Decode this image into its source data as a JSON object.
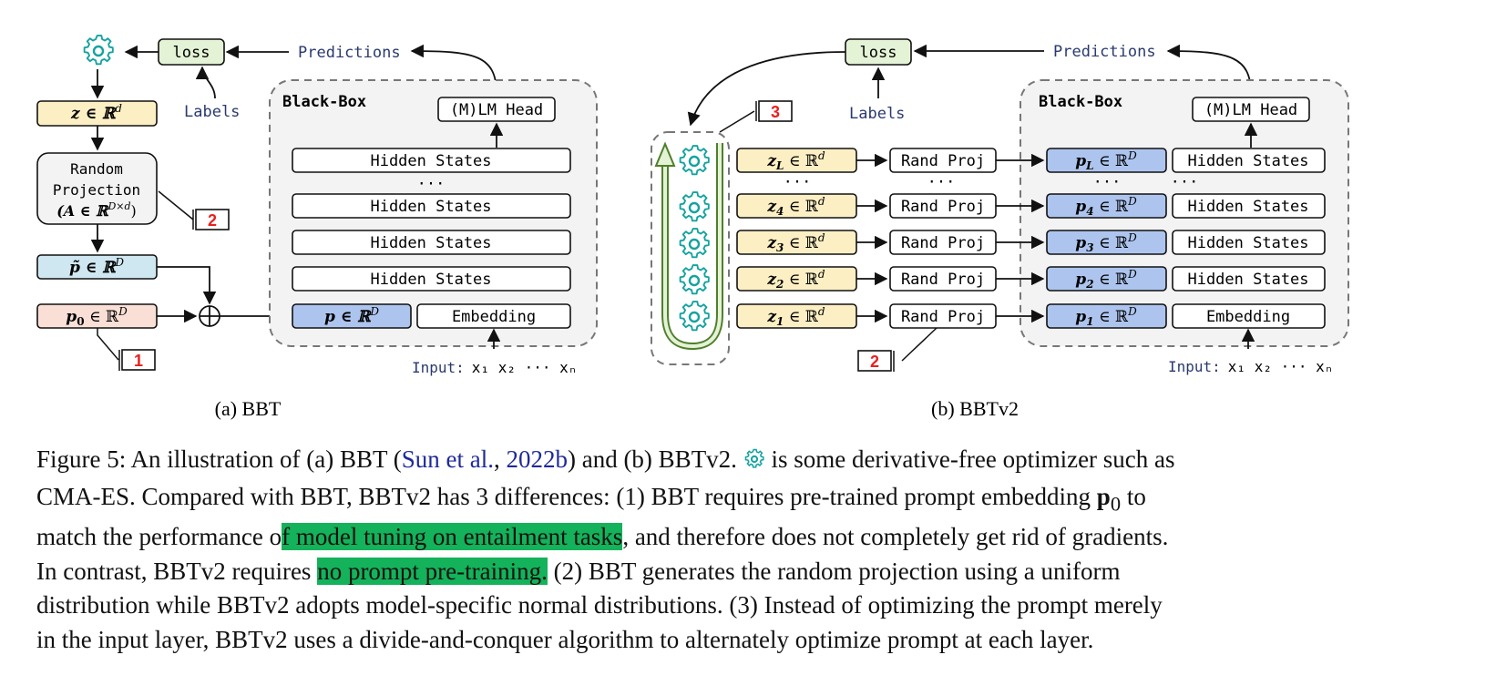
{
  "colors": {
    "loss_fill": "#e4f2d6",
    "z_fill": "#fdefc4",
    "ptilde_fill": "#cfe7f0",
    "p0_fill": "#f9dfd6",
    "p_fill": "#adc5ee",
    "gray_fill": "#f3f3f3",
    "green": "#4f7f2c",
    "teal": "#14a3a0",
    "badge_red": "#e8201f",
    "highlight": "#14b25a"
  },
  "panel_a": {
    "loss": "loss",
    "predictions": "Predictions",
    "labels": "Labels",
    "z": "z ∈ ℝ",
    "z_sup": "d",
    "random_projection_1": "Random",
    "random_projection_2": "Projection",
    "random_projection_3": "(A ∈ ℝ",
    "random_projection_3_sup": "D×d",
    "random_projection_3_end": ")",
    "ptilde": "p̃ ∈ ℝ",
    "ptilde_sup": "D",
    "p0": "p",
    "p0_sub": "0",
    "p0_rest": " ∈ ℝ",
    "p0_sup": "D",
    "blackbox": "Black-Box",
    "lm_head": "(M)LM Head",
    "hidden_states": "Hidden States",
    "ellipsis": "···",
    "p": "p ∈ ℝ",
    "p_sup": "D",
    "embedding": "Embedding",
    "input": "Input:",
    "input_tokens": "x₁ x₂ ··· xₙ",
    "badge_1": "1",
    "badge_2": "2",
    "subcaption": "(a) BBT"
  },
  "panel_b": {
    "loss": "loss",
    "predictions": "Predictions",
    "labels": "Labels",
    "badge_3": "3",
    "badge_2": "2",
    "blackbox": "Black-Box",
    "lm_head": "(M)LM Head",
    "rand_proj": "Rand Proj",
    "hidden_states": "Hidden States",
    "embedding": "Embedding",
    "ellipsis": "···",
    "z_rows": [
      {
        "var": "z",
        "sub": "L",
        "rest": " ∈ ℝ",
        "sup": "d"
      },
      {
        "var": "z",
        "sub": "4",
        "rest": " ∈ ℝ",
        "sup": "d"
      },
      {
        "var": "z",
        "sub": "3",
        "rest": " ∈ ℝ",
        "sup": "d"
      },
      {
        "var": "z",
        "sub": "2",
        "rest": " ∈ ℝ",
        "sup": "d"
      },
      {
        "var": "z",
        "sub": "1",
        "rest": " ∈ ℝ",
        "sup": "d"
      }
    ],
    "p_rows": [
      {
        "var": "p",
        "sub": "L",
        "rest": " ∈ ℝ",
        "sup": "D"
      },
      {
        "var": "p",
        "sub": "4",
        "rest": " ∈ ℝ",
        "sup": "D"
      },
      {
        "var": "p",
        "sub": "3",
        "rest": " ∈ ℝ",
        "sup": "D"
      },
      {
        "var": "p",
        "sub": "2",
        "rest": " ∈ ℝ",
        "sup": "D"
      },
      {
        "var": "p",
        "sub": "1",
        "rest": " ∈ ℝ",
        "sup": "D"
      }
    ],
    "input": "Input:",
    "input_tokens": "x₁ x₂ ··· xₙ",
    "subcaption": "(b) BBTv2"
  },
  "caption": {
    "l1_a": "Figure 5: An illustration of (a) BBT (",
    "l1_link1": "Sun et al.",
    "l1_comma": ", ",
    "l1_link2": "2022b",
    "l1_b": ") and (b) BBTv2.",
    "l1_c": " is some derivative-free optimizer such as",
    "l2_a": "CMA-ES. Compared with BBT, BBTv2 has 3 differences: (1) BBT requires pre-trained prompt embedding ",
    "l2_p": "p",
    "l2_sub": "0",
    "l2_b": " to",
    "l3_a": "match the performance o",
    "l3_hl": "f model tuning on entailment tasks",
    "l3_b": ", and therefore does not completely get rid of gradients.",
    "l4_a": "In contrast, BBTv2 requires ",
    "l4_hl": "no prompt pre-training.",
    "l4_b": " (2) BBT generates the random projection using a uniform",
    "l5": "distribution while BBTv2 adopts model-specific normal distributions. (3) Instead of optimizing the prompt merely",
    "l6": "in the input layer, BBTv2 uses a divide-and-conquer algorithm to alternately optimize prompt at each layer."
  }
}
